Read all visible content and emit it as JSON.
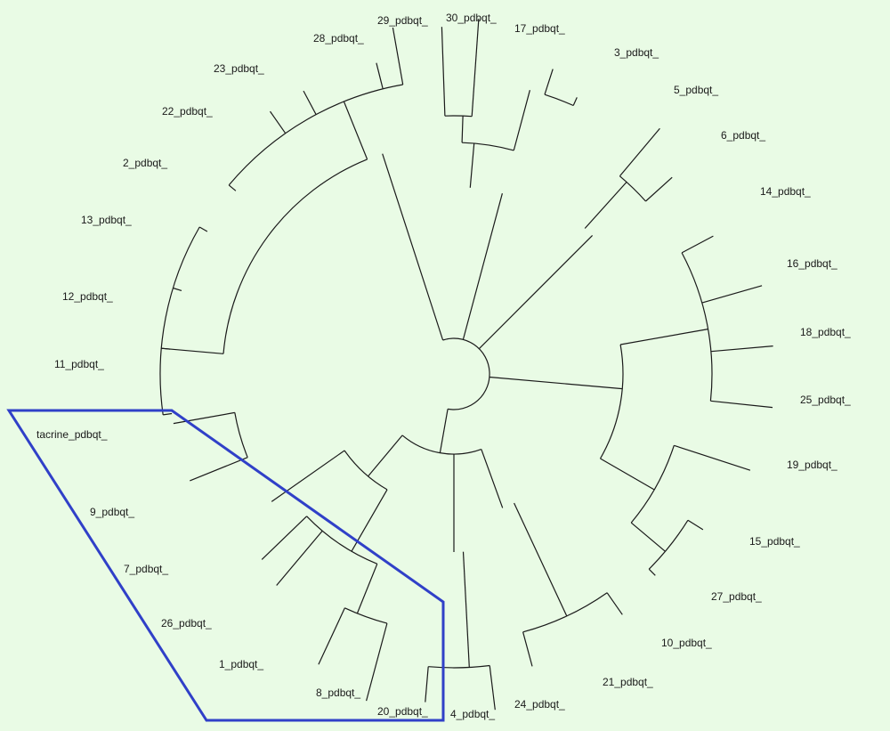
{
  "colors": {
    "background": "#e9fbe5",
    "branch": "#1a1a1a",
    "highlight": "#3040c8"
  },
  "leaves": [
    "29_pdbqt_",
    "30_pdbqt_",
    "17_pdbqt_",
    "3_pdbqt_",
    "28_pdbqt_",
    "23_pdbqt_",
    "22_pdbqt_",
    "5_pdbqt_",
    "6_pdbqt_",
    "2_pdbqt_",
    "14_pdbqt_",
    "13_pdbqt_",
    "16_pdbqt_",
    "12_pdbqt_",
    "18_pdbqt_",
    "11_pdbqt_",
    "25_pdbqt_",
    "tacrine_pdbqt_",
    "19_pdbqt_",
    "9_pdbqt_",
    "15_pdbqt_",
    "7_pdbqt_",
    "27_pdbqt_",
    "26_pdbqt_",
    "10_pdbqt_",
    "1_pdbqt_",
    "21_pdbqt_",
    "8_pdbqt_",
    "24_pdbqt_",
    "20_pdbqt_",
    "4_pdbqt_"
  ],
  "highlighted_group": [
    "tacrine_pdbqt_",
    "9_pdbqt_",
    "7_pdbqt_",
    "26_pdbqt_",
    "1_pdbqt_",
    "8_pdbqt_",
    "20_pdbqt_"
  ]
}
